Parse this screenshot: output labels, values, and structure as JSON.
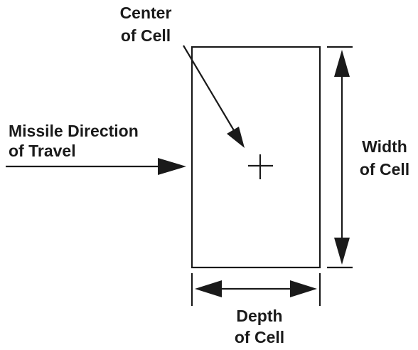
{
  "labels": {
    "center_of_cell": [
      "Center",
      "of Cell"
    ],
    "missile_direction": [
      "Missile Direction",
      "of Travel"
    ],
    "width_of_cell": [
      "Width",
      "of Cell"
    ],
    "depth_of_cell": [
      "Depth",
      "of Cell"
    ]
  },
  "colors": {
    "ink": "#1a1a1a",
    "background": "#ffffff"
  }
}
